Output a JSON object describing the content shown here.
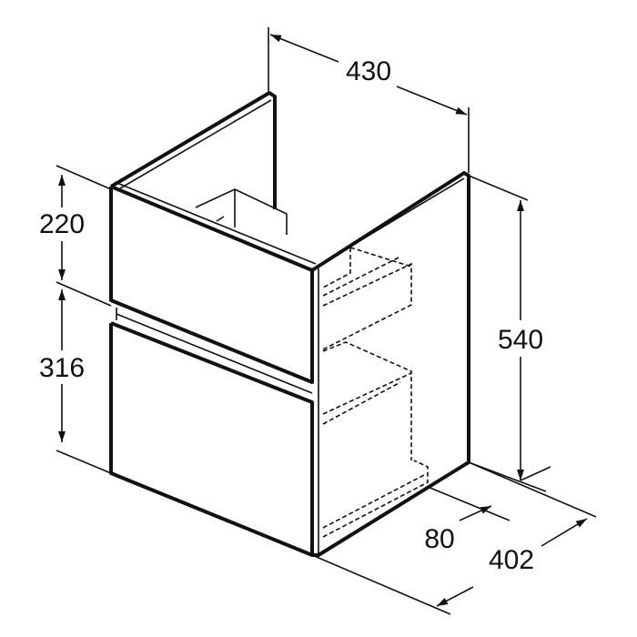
{
  "dimensions": {
    "width": "430",
    "height_total": "540",
    "top_drawer": "220",
    "bottom_drawer": "316",
    "depth": "402",
    "plinth_setback": "80"
  },
  "colors": {
    "line": "#111111",
    "background": "#ffffff"
  }
}
